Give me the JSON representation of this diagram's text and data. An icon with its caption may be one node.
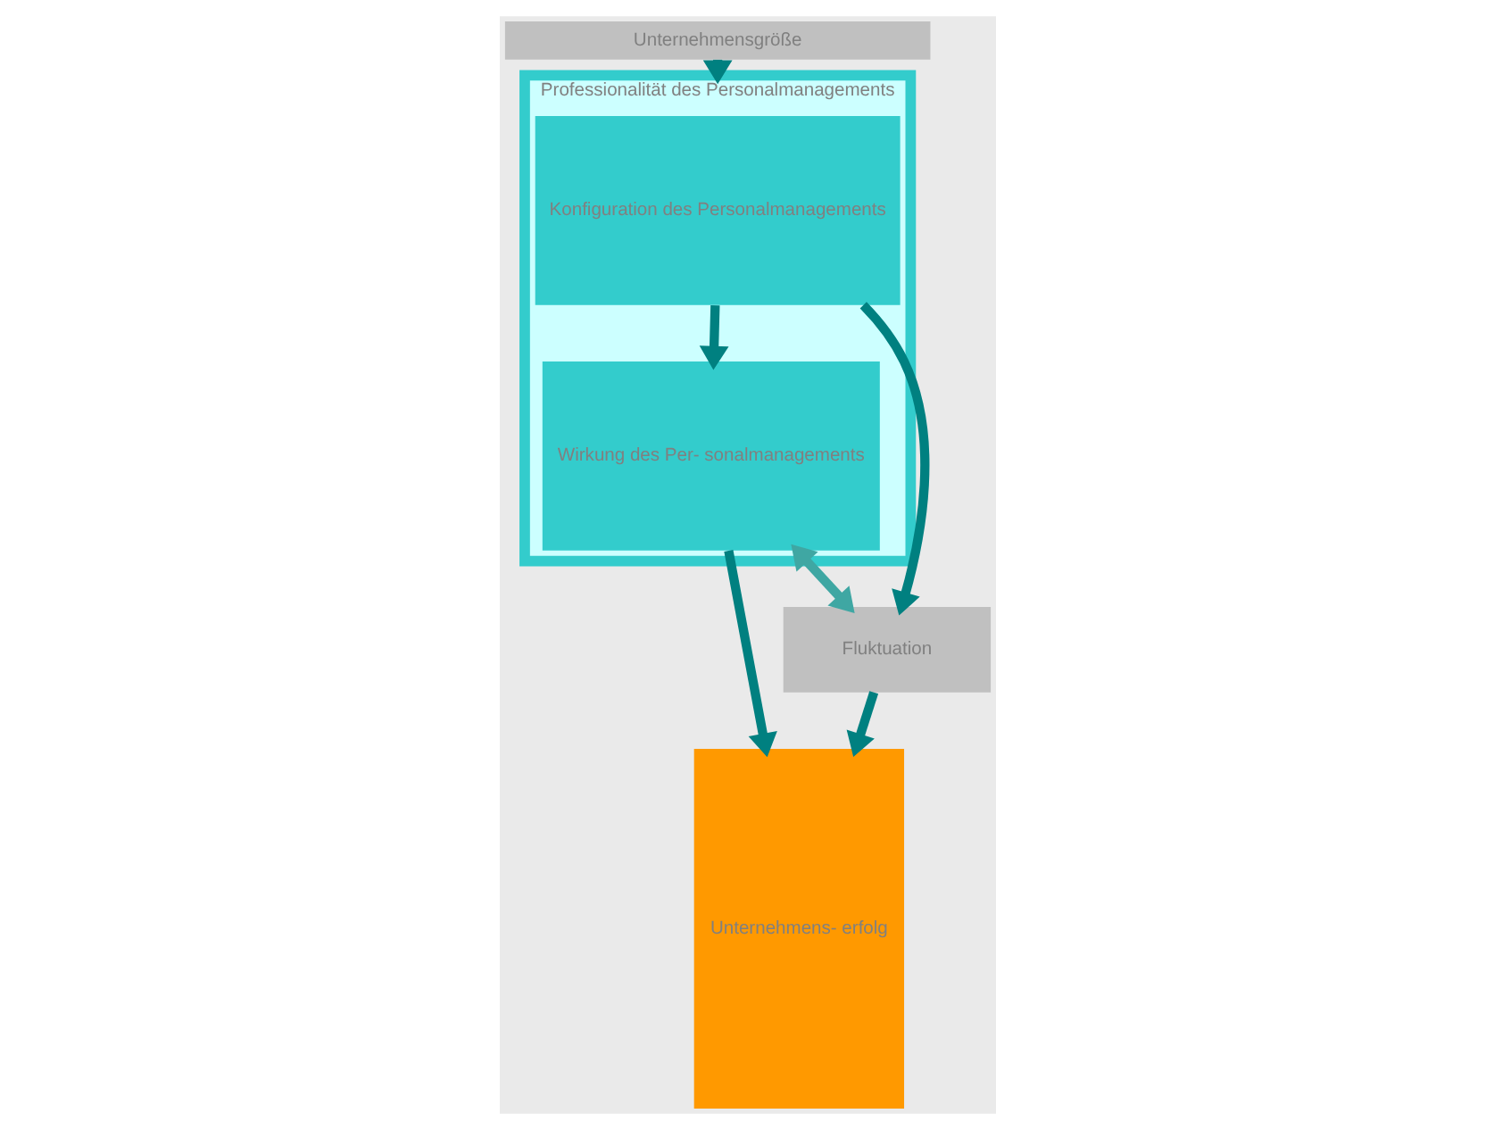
{
  "diagram": {
    "nodes": [
      {
        "text": [
          "Unternehmensgröße"
        ]
      },
      {
        "text": [
          "Professionalität des Personalmanagements"
        ]
      },
      {
        "text": [
          "Konfiguration des Personalmanagements"
        ],
        "in": 1
      },
      {
        "text": [
          "Wirkung des Per- sonalmanagements"
        ],
        "in": 1
      },
      {
        "text": [
          "Unternehmens- erfolg"
        ]
      },
      {
        "text": [
          "Fluktuation"
        ]
      }
    ],
    "edges": [
      {
        "from": 0,
        "to": 1,
        "arrow": "to"
      },
      {
        "from": 2,
        "to": 3,
        "arrow": "to"
      },
      {
        "from": 3,
        "to": 4,
        "arrow": "to"
      },
      {
        "from": 2,
        "to": 5,
        "arrow": "to"
      },
      {
        "from": 3,
        "to": 5,
        "arrow": "both",
        "color": "#3fa7a3"
      },
      {
        "from": 5,
        "to": 4,
        "arrow": "to"
      }
    ]
  }
}
